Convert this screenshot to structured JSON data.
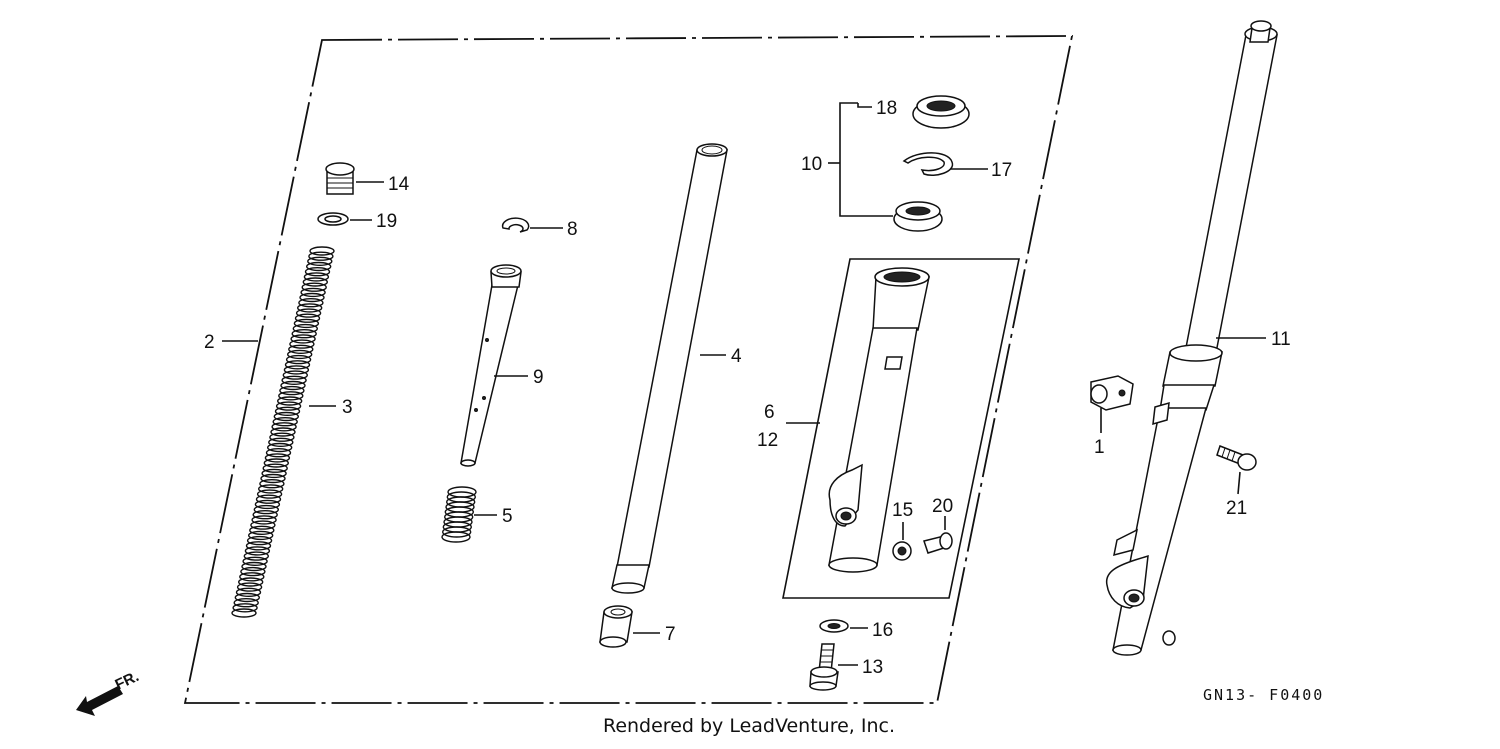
{
  "diagram": {
    "code": "GN13- F0400",
    "direction_label": "FR.",
    "footer": "Rendered by LeadVenture, Inc.",
    "callouts": [
      {
        "id": "c1",
        "text": "1"
      },
      {
        "id": "c2",
        "text": "2"
      },
      {
        "id": "c3",
        "text": "3"
      },
      {
        "id": "c4",
        "text": "4"
      },
      {
        "id": "c5",
        "text": "5"
      },
      {
        "id": "c6",
        "text": "6"
      },
      {
        "id": "c7",
        "text": "7"
      },
      {
        "id": "c8",
        "text": "8"
      },
      {
        "id": "c9",
        "text": "9"
      },
      {
        "id": "c10",
        "text": "10"
      },
      {
        "id": "c11",
        "text": "11"
      },
      {
        "id": "c12",
        "text": "12"
      },
      {
        "id": "c13",
        "text": "13"
      },
      {
        "id": "c14",
        "text": "14"
      },
      {
        "id": "c15",
        "text": "15"
      },
      {
        "id": "c16",
        "text": "16"
      },
      {
        "id": "c17",
        "text": "17"
      },
      {
        "id": "c18",
        "text": "18"
      },
      {
        "id": "c19",
        "text": "19"
      },
      {
        "id": "c20",
        "text": "20"
      },
      {
        "id": "c21",
        "text": "21"
      }
    ]
  }
}
